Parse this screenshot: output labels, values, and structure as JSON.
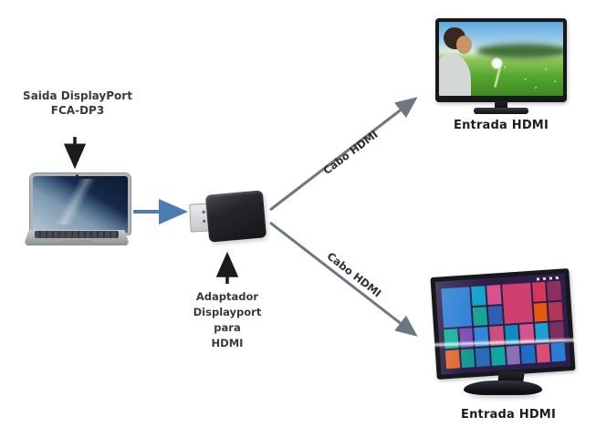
{
  "diagram": {
    "laptop_label": [
      "Saida DisplayPort",
      "FCA-DP3"
    ],
    "adapter_label": [
      "Adaptador",
      "Displayport",
      "para",
      "HDMI"
    ],
    "cable_label_top": "Cabo HDMI",
    "cable_label_bottom": "Cabo HDMI",
    "tv_top_label": "Entrada HDMI",
    "tv_bottom_label": "Entrada HDMI"
  },
  "colors": {
    "arrow_black": "#1b1b1b",
    "arrow_blue": "#4b7db2",
    "arrow_gray": "#6b7782",
    "label_text": "#3a3a3a"
  },
  "tv_bottom": {
    "tiles": [
      {
        "c": "#2e7fd6",
        "w": 2,
        "h": 2
      },
      {
        "c": "#13a3cc",
        "w": 1,
        "h": 1
      },
      {
        "c": "#d85290",
        "w": 1,
        "h": 1
      },
      {
        "c": "#cf4070",
        "w": 2,
        "h": 2
      },
      {
        "c": "#d5365a",
        "w": 1,
        "h": 1
      },
      {
        "c": "#8a2f5f",
        "w": 1,
        "h": 1
      },
      {
        "c": "#17a596",
        "w": 1,
        "h": 1
      },
      {
        "c": "#2f5fae",
        "w": 1,
        "h": 1
      },
      {
        "c": "#e8590c",
        "w": 1,
        "h": 1
      },
      {
        "c": "#b03558",
        "w": 1,
        "h": 1
      },
      {
        "c": "#12b29a",
        "w": 1,
        "h": 1
      },
      {
        "c": "#7b4fb5",
        "w": 1,
        "h": 1
      },
      {
        "c": "#2f89d8",
        "w": 1,
        "h": 1
      },
      {
        "c": "#c94f7c",
        "w": 1,
        "h": 1
      },
      {
        "c": "#0f8fc0",
        "w": 1,
        "h": 1
      },
      {
        "c": "#d4548e",
        "w": 1,
        "h": 1
      },
      {
        "c": "#1f9fd0",
        "w": 1,
        "h": 1
      },
      {
        "c": "#7b2f5f",
        "w": 1,
        "h": 1
      },
      {
        "c": "#e06a2f",
        "w": 1,
        "h": 1
      },
      {
        "c": "#159a8f",
        "w": 1,
        "h": 1
      },
      {
        "c": "#2b6cb8",
        "w": 1,
        "h": 1
      },
      {
        "c": "#0fa7a0",
        "w": 1,
        "h": 1
      },
      {
        "c": "#8a6fb5",
        "w": 1,
        "h": 1
      },
      {
        "c": "#1f6fc4",
        "w": 1,
        "h": 1
      },
      {
        "c": "#d94f74",
        "w": 1,
        "h": 1
      },
      {
        "c": "#2b7cd3",
        "w": 1,
        "h": 1
      }
    ]
  }
}
